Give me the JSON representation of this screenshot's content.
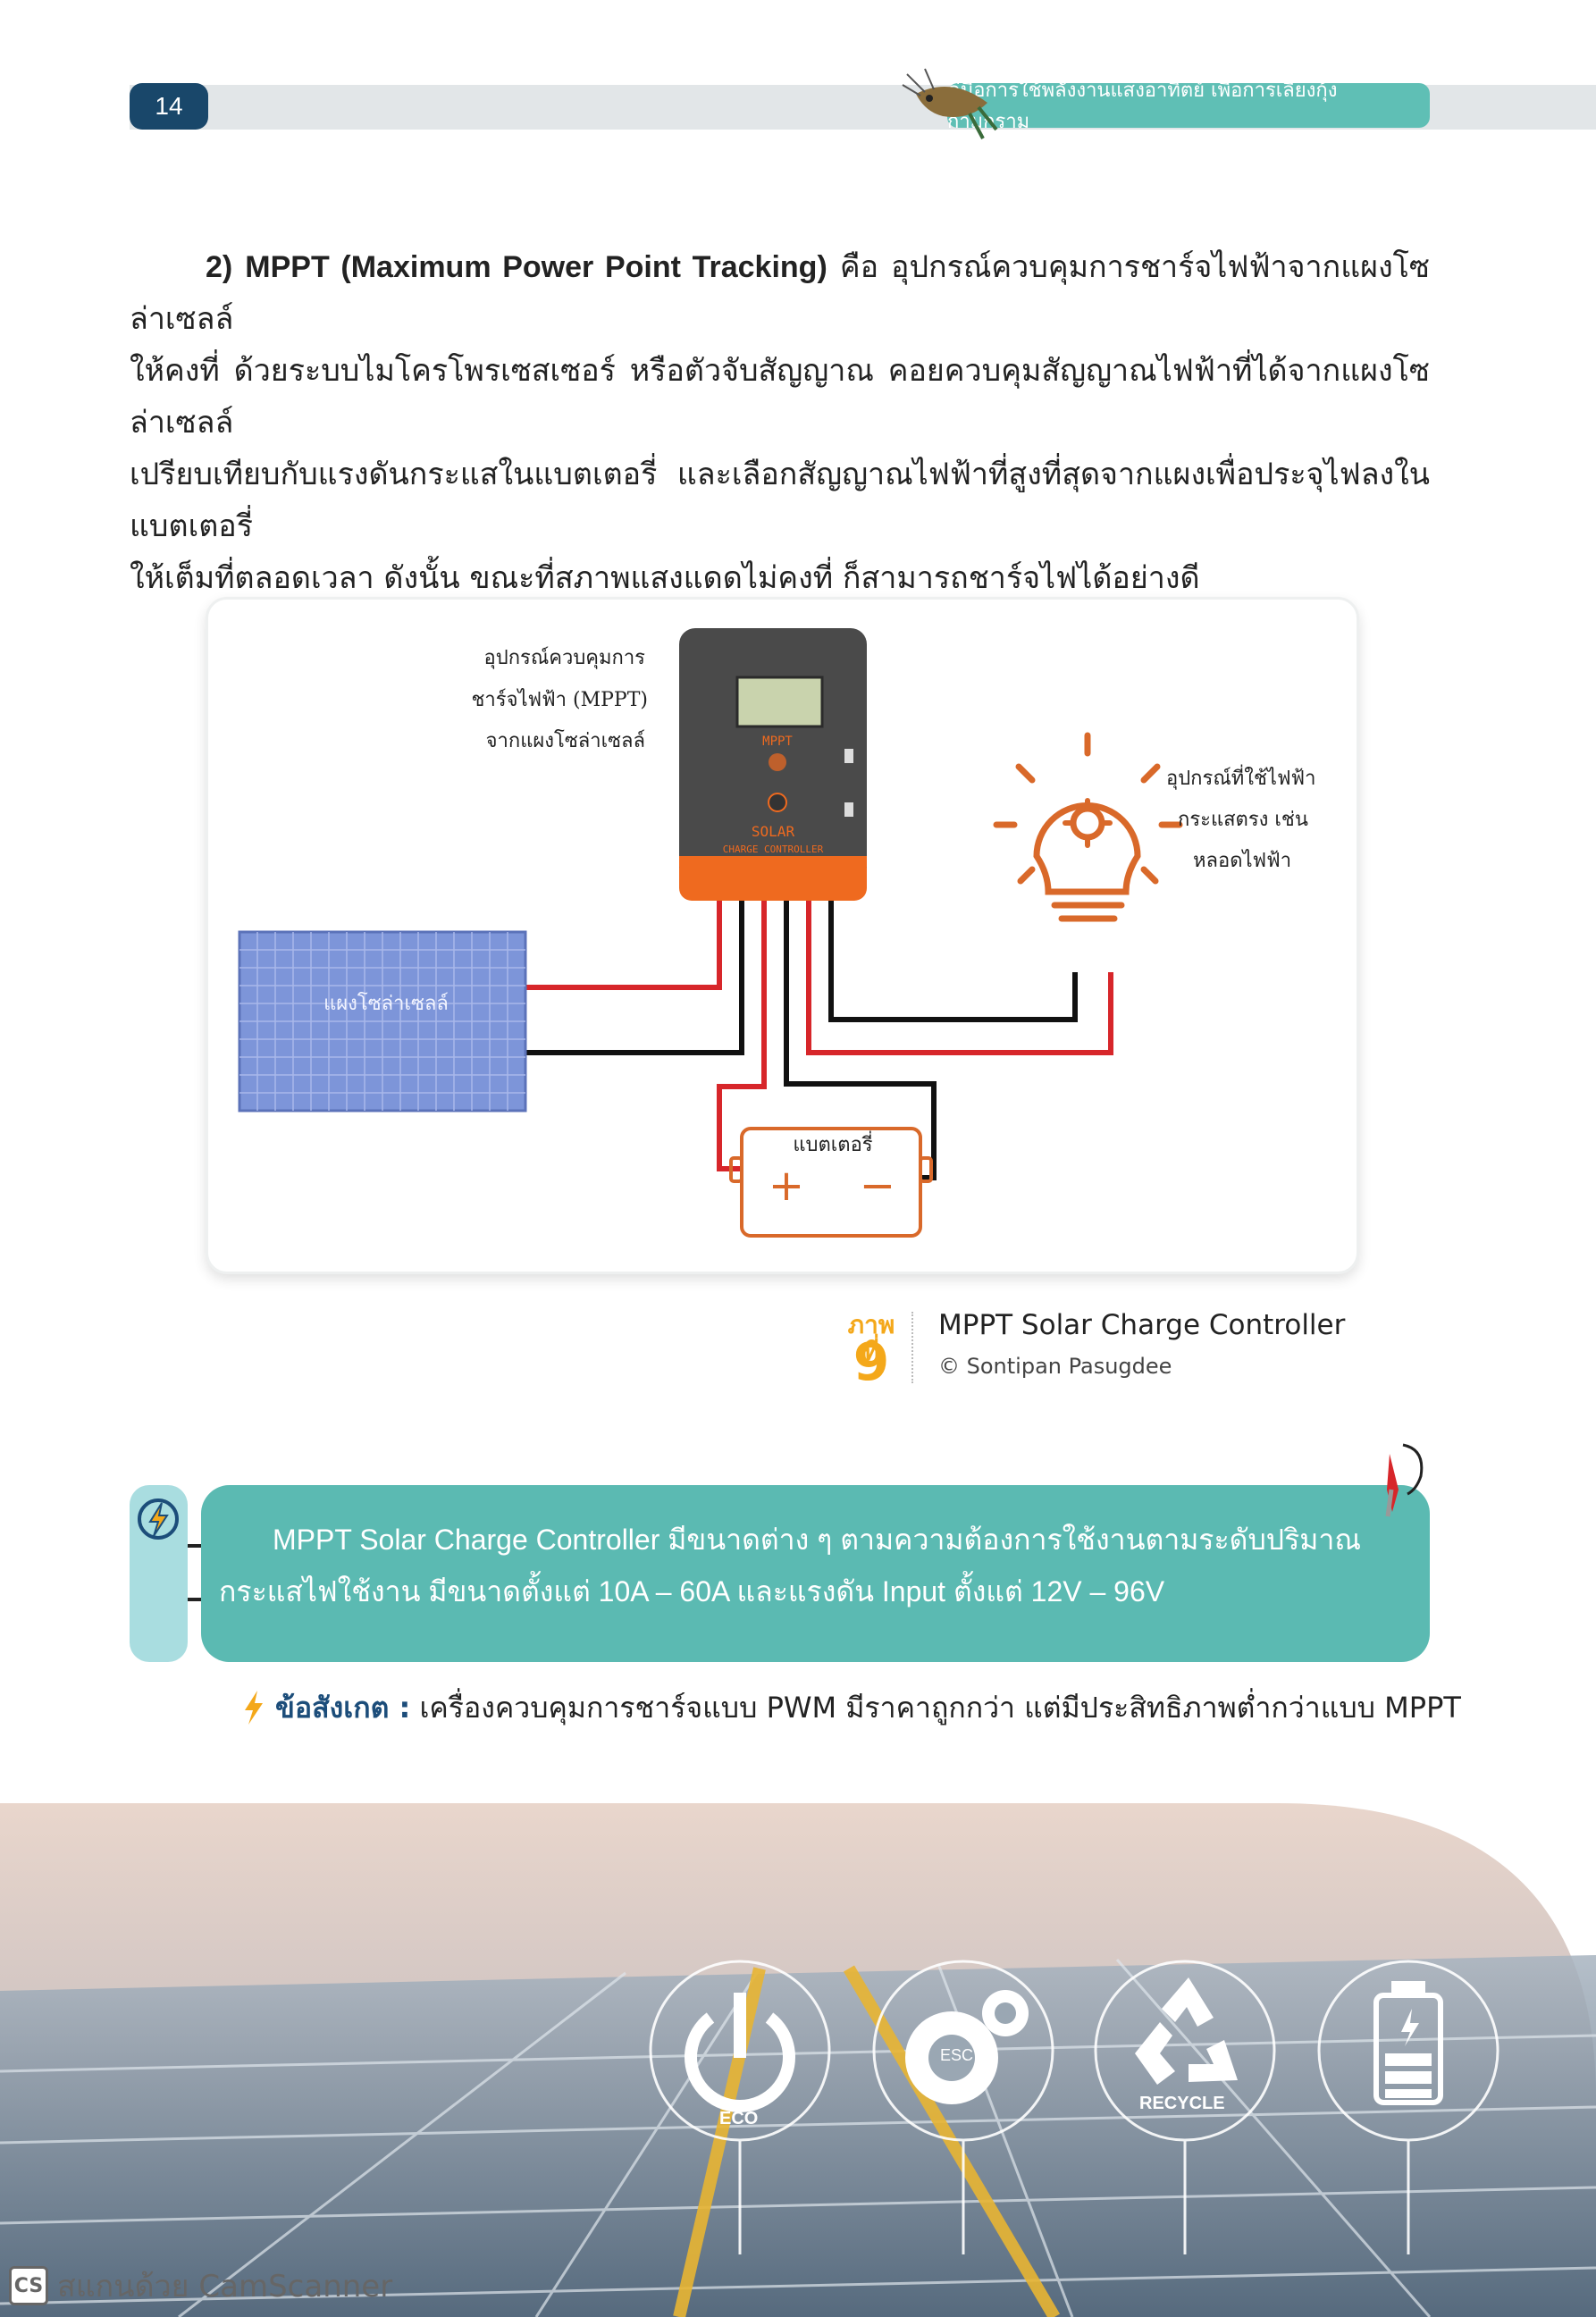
{
  "header": {
    "page_number": "14",
    "title": "คู่มือการใช้พลังงานแสงอาทิตย์ เพื่อการเลี้ยงกุ้งก้ามกราม"
  },
  "body": {
    "prefix": "2)",
    "term": "MPPT (Maximum Power Point Tracking)",
    "line1_rest": " คือ อุปกรณ์ควบคุมการชาร์จไฟฟ้าจากแผงโซล่าเซลล์",
    "line2": "ให้คงที่ ด้วยระบบไมโครโพรเซสเซอร์ หรือตัวจับสัญญาณ คอยควบคุมสัญญาณไฟฟ้าที่ได้จากแผงโซล่าเซลล์",
    "line3": "เปรียบเทียบกับแรงดันกระแสในแบตเตอรี่ และเลือกสัญญาณไฟฟ้าที่สูงที่สุดจากแผงเพื่อประจุไฟลงในแบตเตอรี่",
    "line4": "ให้เต็มที่ตลอดเวลา ดังนั้น ขณะที่สภาพแสงแดดไม่คงที่ ก็สามารถชาร์จไฟได้อย่างดี"
  },
  "figure": {
    "controller_label_1": "อุปกรณ์ควบคุมการ",
    "controller_label_2": "ชาร์จไฟฟ้า (MPPT)",
    "controller_label_3": "จากแผงโซล่าเซลล์",
    "device_screen_text": "MPPT",
    "device_brand_1": "SOLAR",
    "device_brand_2": "CHARGE CONTROLLER",
    "panel_label": "แผงโซล่าเซลล์",
    "battery_label": "แบตเตอรี่",
    "battery_plus": "+",
    "battery_minus": "−",
    "load_label_1": "อุปกรณ์ที่ใช้ไฟฟ้า",
    "load_label_2": "กระแสตรง เช่น",
    "load_label_3": "หลอดไฟฟ้า",
    "wire_red": "#d7262a",
    "wire_black": "#111111",
    "accent_orange": "#d9692a"
  },
  "caption": {
    "label": "ภาพที่",
    "number": "9",
    "title": "MPPT Solar Charge Controller",
    "credit": "© Sontipan Pasugdee"
  },
  "info": {
    "line1": "MPPT Solar Charge Controller มีขนาดต่าง ๆ ตามความต้องการใช้งานตามระดับปริมาณ",
    "line2": "กระแสไฟใช้งาน มีขนาดตั้งแต่ 10A – 60A และแรงดัน Input ตั้งแต่ 12V – 96V",
    "icon": "lightning-bolt-icon"
  },
  "note": {
    "keyword": "ข้อสังเกต :",
    "text": " เครื่องควบคุมการชาร์จแบบ PWM มีราคาถูกกว่า แต่มีประสิทธิภาพต่ำกว่าแบบ MPPT"
  },
  "photo_icons": {
    "eco": "ECO",
    "esc": "ESC",
    "recycle": "RECYCLE"
  },
  "watermark": {
    "badge": "CS",
    "text": "สแกนด้วย CamScanner"
  }
}
